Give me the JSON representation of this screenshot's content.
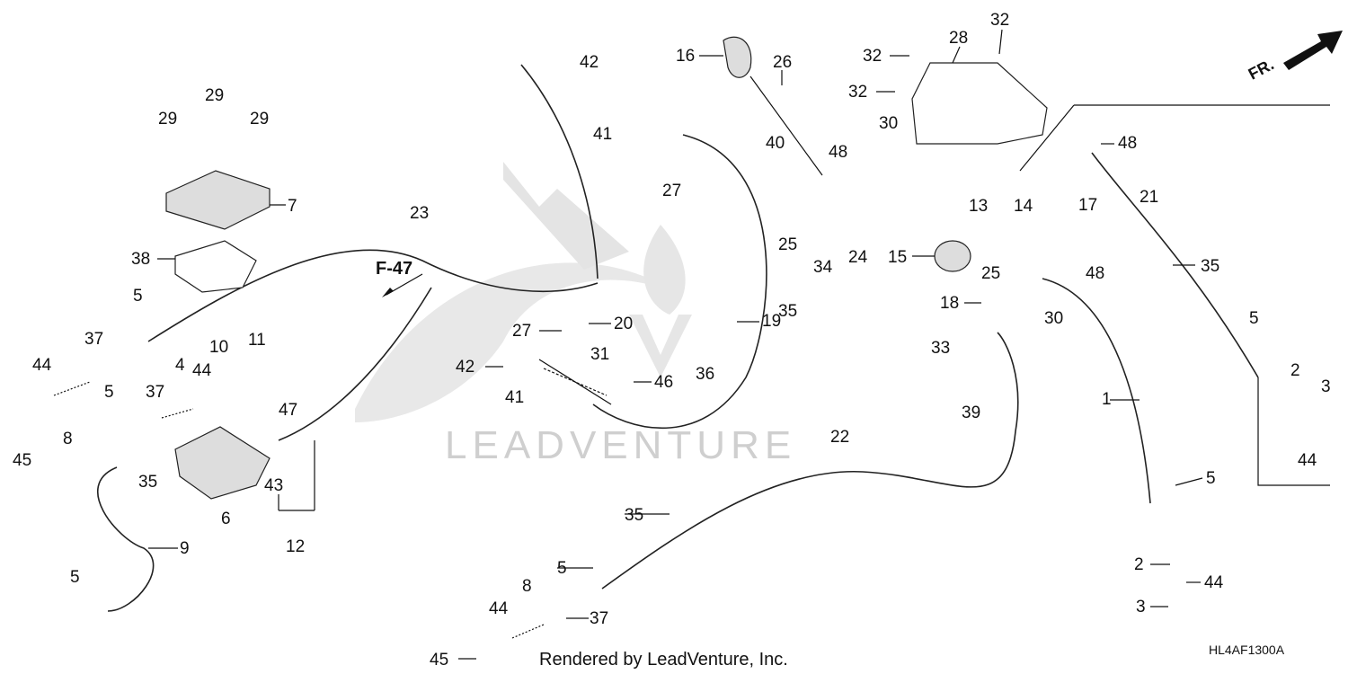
{
  "diagram": {
    "code": "HL4AF1300A",
    "rendered_by": "Rendered by LeadVenture, Inc.",
    "watermark": "LEADVENTURE",
    "front_label": "FR.",
    "ref_label": "F-47",
    "colors": {
      "line": "#111111",
      "watermark": "#cfcfcf",
      "background": "#ffffff"
    },
    "callouts": [
      {
        "id": "c16",
        "text": "16"
      },
      {
        "id": "c26",
        "text": "26"
      },
      {
        "id": "c42a",
        "text": "42"
      },
      {
        "id": "c41a",
        "text": "41"
      },
      {
        "id": "c27a",
        "text": "27"
      },
      {
        "id": "c40",
        "text": "40"
      },
      {
        "id": "c48a",
        "text": "48"
      },
      {
        "id": "c25a",
        "text": "25"
      },
      {
        "id": "c34",
        "text": "34"
      },
      {
        "id": "c24",
        "text": "24"
      },
      {
        "id": "c35a",
        "text": "35"
      },
      {
        "id": "c30a",
        "text": "30"
      },
      {
        "id": "c28",
        "text": "28"
      },
      {
        "id": "c32a",
        "text": "32"
      },
      {
        "id": "c32b",
        "text": "32"
      },
      {
        "id": "c32c",
        "text": "32"
      },
      {
        "id": "c48b",
        "text": "48"
      },
      {
        "id": "c17",
        "text": "17"
      },
      {
        "id": "c21",
        "text": "21"
      },
      {
        "id": "c35b",
        "text": "35"
      },
      {
        "id": "c13",
        "text": "13"
      },
      {
        "id": "c14",
        "text": "14"
      },
      {
        "id": "c15",
        "text": "15"
      },
      {
        "id": "c25b",
        "text": "25"
      },
      {
        "id": "c48c",
        "text": "48"
      },
      {
        "id": "c18",
        "text": "18"
      },
      {
        "id": "c30b",
        "text": "30"
      },
      {
        "id": "c33",
        "text": "33"
      },
      {
        "id": "c39",
        "text": "39"
      },
      {
        "id": "c5a",
        "text": "5"
      },
      {
        "id": "c2a",
        "text": "2"
      },
      {
        "id": "c3a",
        "text": "3"
      },
      {
        "id": "c44a",
        "text": "44"
      },
      {
        "id": "c1",
        "text": "1"
      },
      {
        "id": "c5b",
        "text": "5"
      },
      {
        "id": "c2b",
        "text": "2"
      },
      {
        "id": "c44b",
        "text": "44"
      },
      {
        "id": "c3b",
        "text": "3"
      },
      {
        "id": "c29a",
        "text": "29"
      },
      {
        "id": "c29b",
        "text": "29"
      },
      {
        "id": "c29c",
        "text": "29"
      },
      {
        "id": "c7",
        "text": "7"
      },
      {
        "id": "c23",
        "text": "23"
      },
      {
        "id": "c38",
        "text": "38"
      },
      {
        "id": "c5c",
        "text": "5"
      },
      {
        "id": "c37a",
        "text": "37"
      },
      {
        "id": "c44c",
        "text": "44"
      },
      {
        "id": "c45a",
        "text": "45"
      },
      {
        "id": "c8a",
        "text": "8"
      },
      {
        "id": "c4",
        "text": "4"
      },
      {
        "id": "c37b",
        "text": "37"
      },
      {
        "id": "c44d",
        "text": "44"
      },
      {
        "id": "c10",
        "text": "10"
      },
      {
        "id": "c11",
        "text": "11"
      },
      {
        "id": "c5d",
        "text": "5"
      },
      {
        "id": "c47",
        "text": "47"
      },
      {
        "id": "c35c",
        "text": "35"
      },
      {
        "id": "c6",
        "text": "6"
      },
      {
        "id": "c43",
        "text": "43"
      },
      {
        "id": "c12",
        "text": "12"
      },
      {
        "id": "c9",
        "text": "9"
      },
      {
        "id": "c5e",
        "text": "5"
      },
      {
        "id": "c27b",
        "text": "27"
      },
      {
        "id": "c20",
        "text": "20"
      },
      {
        "id": "c31",
        "text": "31"
      },
      {
        "id": "c42b",
        "text": "42"
      },
      {
        "id": "c41b",
        "text": "41"
      },
      {
        "id": "c46",
        "text": "46"
      },
      {
        "id": "c36",
        "text": "36"
      },
      {
        "id": "c19",
        "text": "19"
      },
      {
        "id": "c22",
        "text": "22"
      },
      {
        "id": "c35d",
        "text": "35"
      },
      {
        "id": "c5f",
        "text": "5"
      },
      {
        "id": "c8b",
        "text": "8"
      },
      {
        "id": "c44e",
        "text": "44"
      },
      {
        "id": "c37c",
        "text": "37"
      },
      {
        "id": "c45b",
        "text": "45"
      }
    ]
  }
}
